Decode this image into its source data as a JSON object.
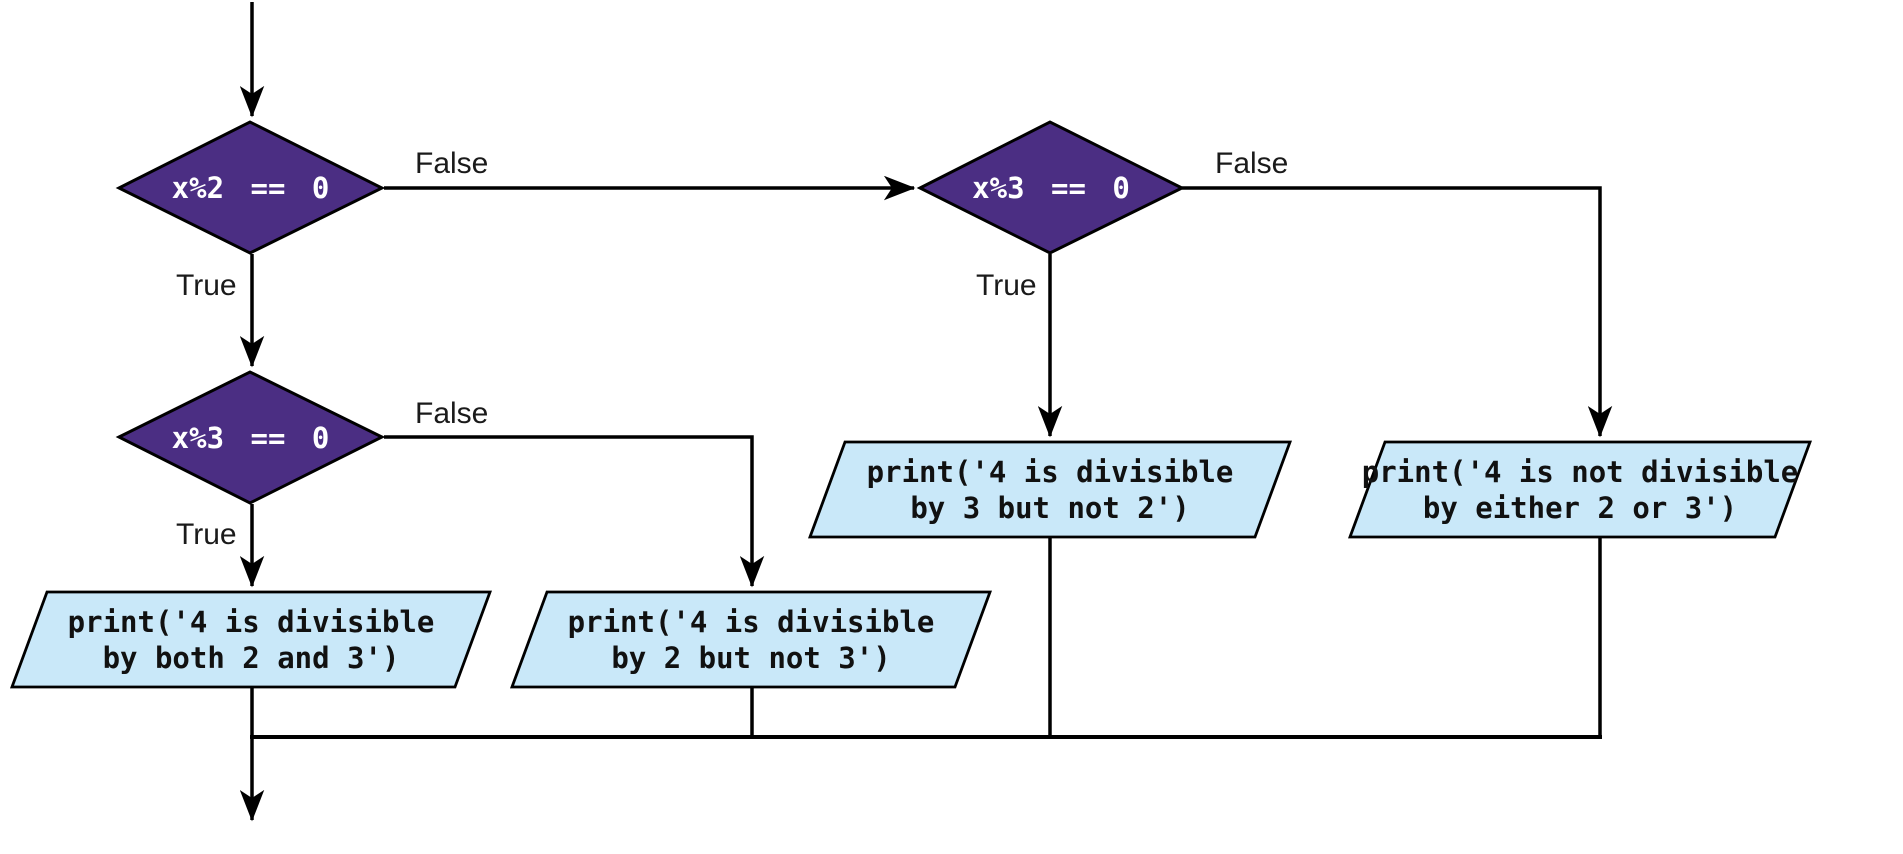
{
  "colors": {
    "page_bg": "#ffffff",
    "diamond_fill": "#4b2e83",
    "diamond_text": "#ffffff",
    "parallelogram_fill": "#c9e8f9",
    "code_text": "#111111",
    "label_text": "#1a1a1a",
    "line_color": "#000000"
  },
  "nodes": {
    "d1": {
      "label": "x%2 == 0"
    },
    "d2": {
      "label": "x%3 == 0"
    },
    "d3": {
      "label": "x%3 == 0"
    },
    "p_both": {
      "line1": "print('4 is divisible",
      "line2": "by both 2 and 3')"
    },
    "p_two_only": {
      "line1": "print('4 is divisible",
      "line2": "by 2 but not 3')"
    },
    "p_three_only": {
      "line1": "print('4 is divisible",
      "line2": "by 3 but not 2')"
    },
    "p_neither": {
      "line1": "print('4 is not divisible",
      "line2": "by either 2 or 3')"
    }
  },
  "edge_labels": {
    "d1_true": "True",
    "d1_false": "False",
    "d2_true": "True",
    "d2_false": "False",
    "d3_true": "True",
    "d3_false": "False"
  }
}
